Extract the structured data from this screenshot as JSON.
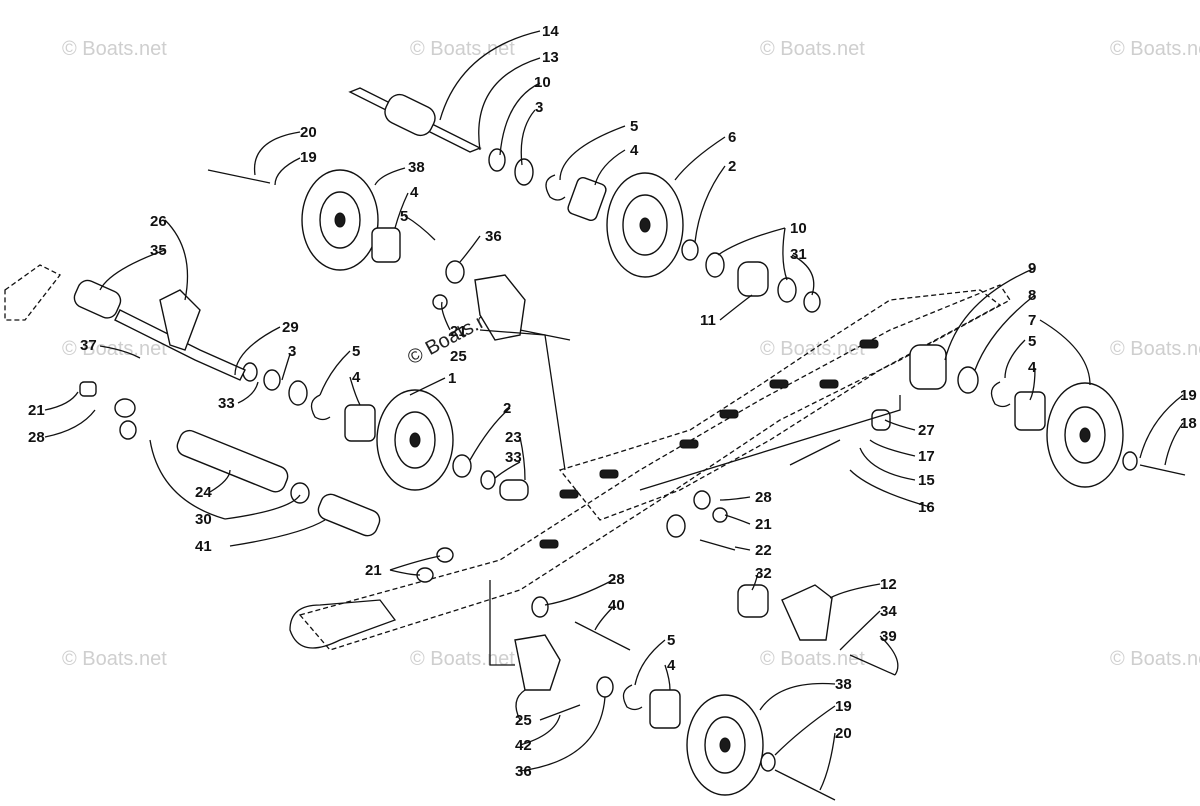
{
  "watermark": "© Boats.net",
  "watermark_main": "© Boats.net",
  "labels": {
    "l14": "14",
    "l13": "13",
    "l10a": "10",
    "l3a": "3",
    "l5a": "5",
    "l4a": "4",
    "l6": "6",
    "l2a": "2",
    "l20a": "20",
    "l19a": "19",
    "l38a": "38",
    "l4b": "4",
    "l5b": "5",
    "l36a": "36",
    "l10b": "10",
    "l31": "31",
    "l11": "11",
    "l26": "26",
    "l35": "35",
    "l29": "29",
    "l37": "37",
    "l21a": "21",
    "l25a": "25",
    "l3b": "3",
    "l5c": "5",
    "l4c": "4",
    "l1": "1",
    "l33a": "33",
    "l9": "9",
    "l8": "8",
    "l5d": "5",
    "l4d": "4",
    "l7": "7",
    "l19b": "19",
    "l18": "18",
    "l21b": "21",
    "l28a": "28",
    "l2b": "2",
    "l23": "23",
    "l33b": "33",
    "l27": "27",
    "l17": "17",
    "l15": "15",
    "l16": "16",
    "l24": "24",
    "l30": "30",
    "l41": "41",
    "l28b": "28",
    "l21c": "21",
    "l22": "22",
    "l21d": "21",
    "l28c": "28",
    "l40": "40",
    "l32": "32",
    "l12": "12",
    "l34": "34",
    "l39": "39",
    "l5e": "5",
    "l4e": "4",
    "l38b": "38",
    "l19c": "19",
    "l20b": "20",
    "l25b": "25",
    "l42": "42",
    "l36b": "36"
  }
}
